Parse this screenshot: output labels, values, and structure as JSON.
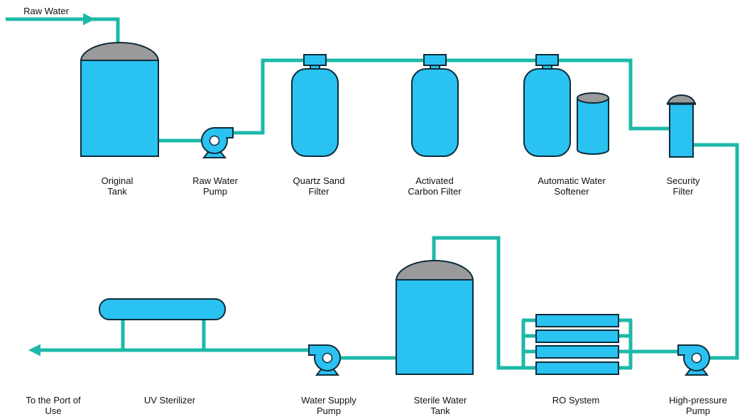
{
  "colors": {
    "equipment_fill": "#29c2f1",
    "pipe": "#1cb9a9",
    "dome_gray": "#9a9a9a",
    "outline": "#0d2b3a",
    "background": "#ffffff",
    "text": "#111111"
  },
  "labels": {
    "raw_water": "Raw Water",
    "original_tank": "Original\nTank",
    "raw_water_pump": "Raw Water\nPump",
    "quartz_sand_filter": "Quartz Sand\nFilter",
    "activated_carbon_filter": "Activated\nCarbon Filter",
    "automatic_water_softener": "Automatic Water\nSoftener",
    "security_filter": "Security\nFilter",
    "high_pressure_pump": "High-pressure\nPump",
    "ro_system": "RO System",
    "sterile_water_tank": "Sterile Water\nTank",
    "water_supply_pump": "Water Supply\nPump",
    "uv_sterilizer": "UV Sterilizer",
    "port_of_use": "To the Port of\nUse"
  }
}
